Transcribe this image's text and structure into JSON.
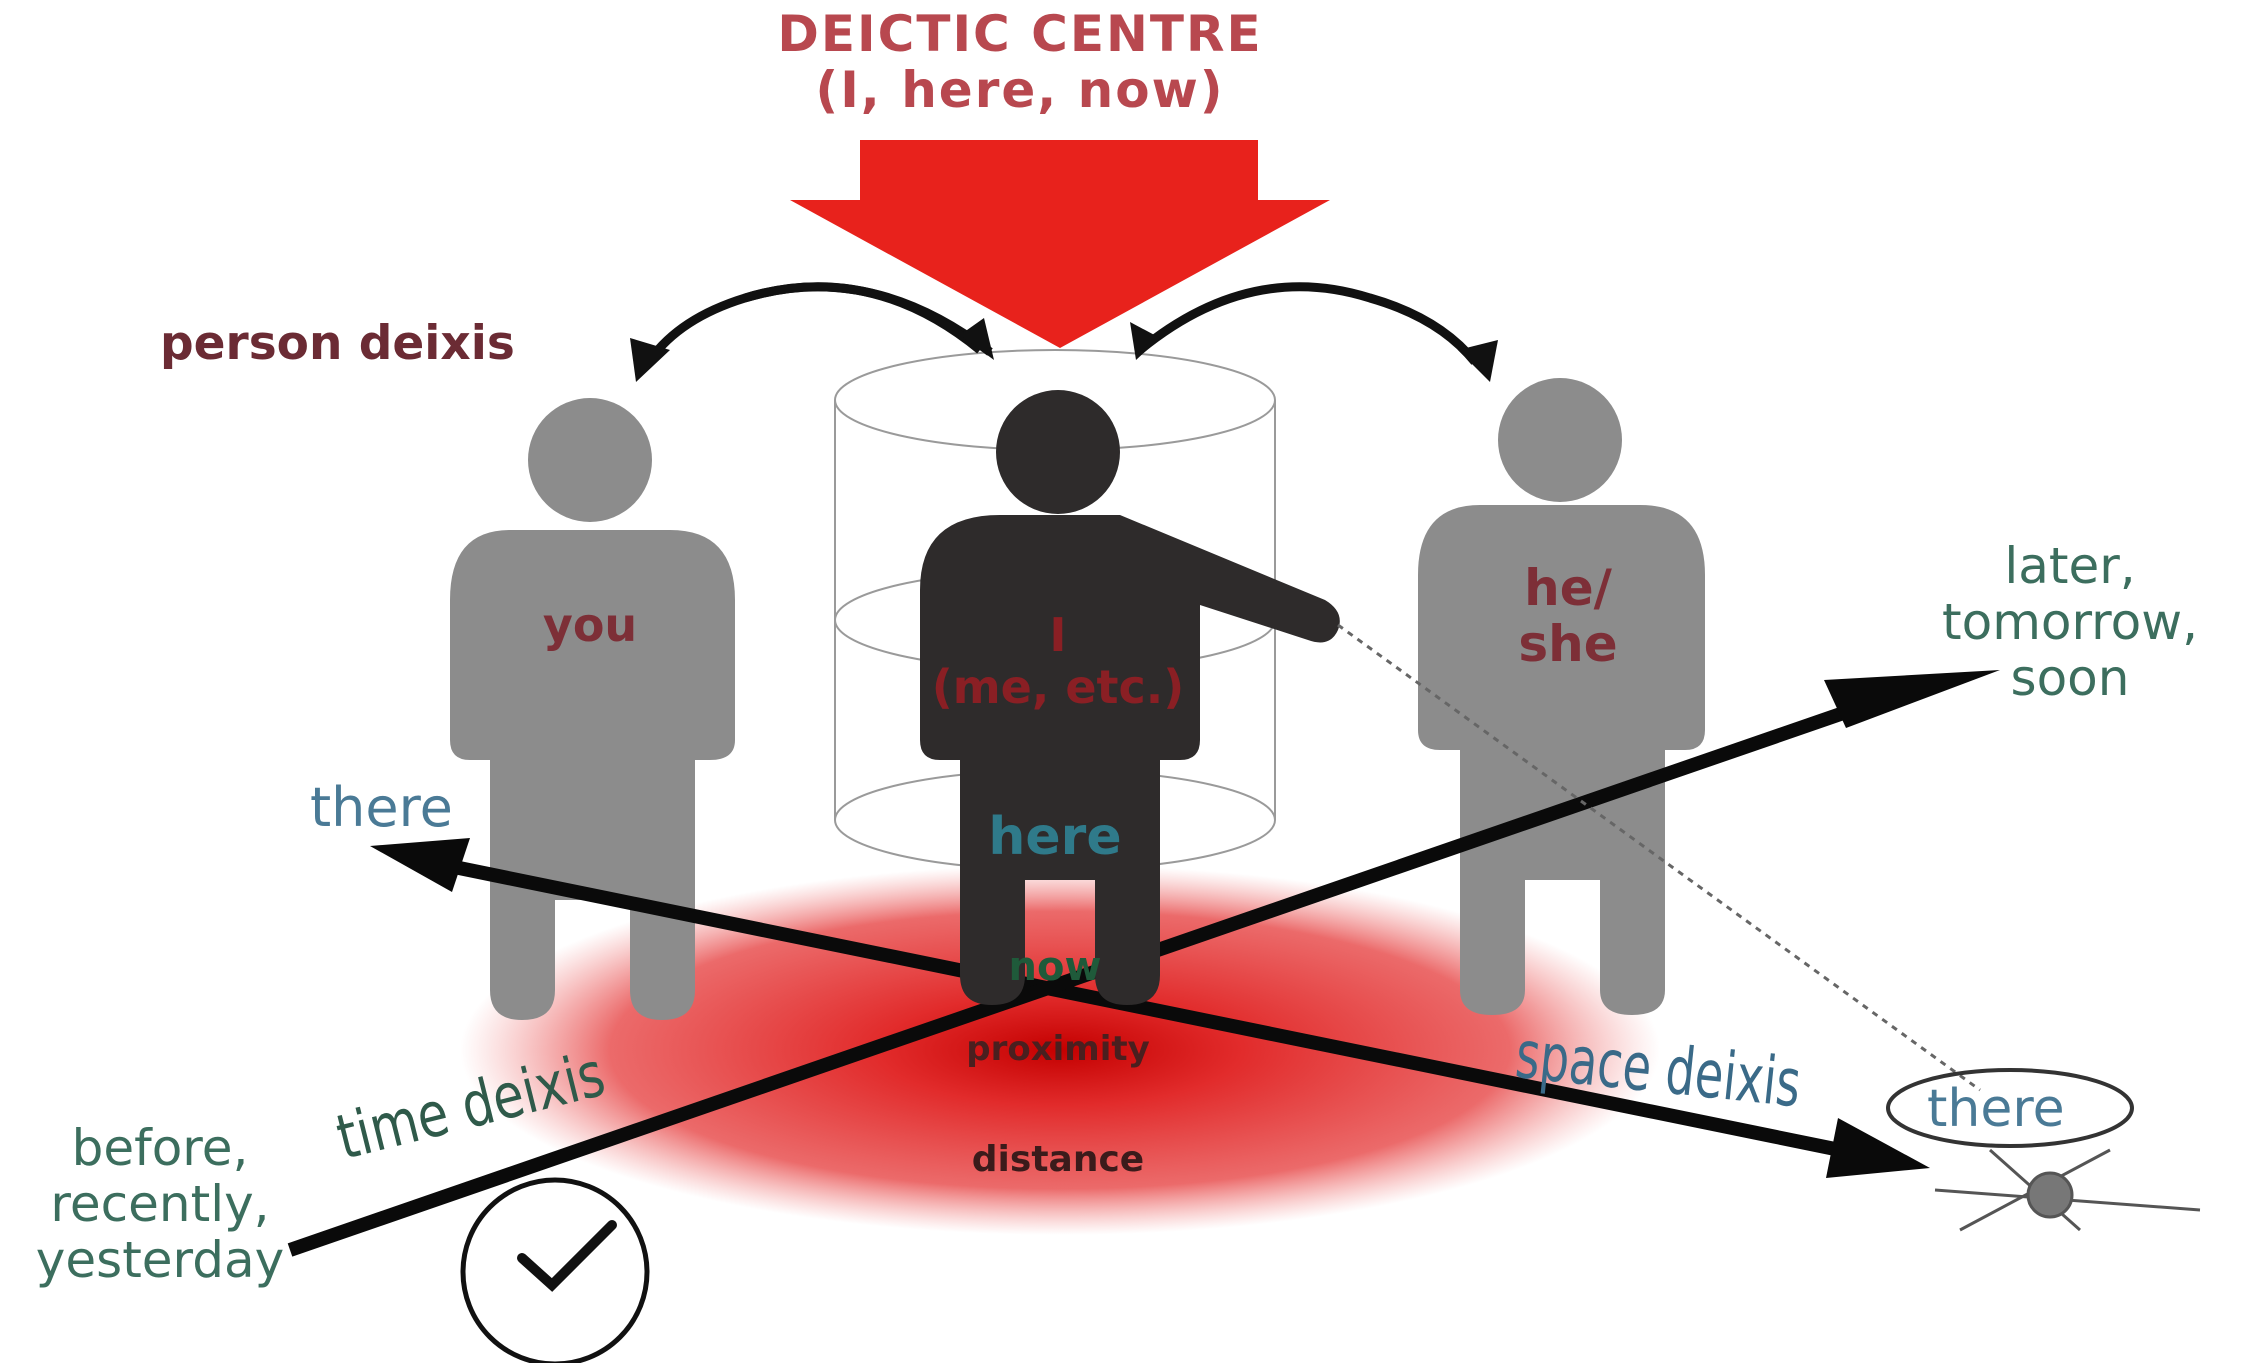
{
  "diagram": {
    "deictic_centre": {
      "title": "DEICTIC CENTRE",
      "subtitle": "(I, here, now)"
    },
    "person_deixis": "person deixis",
    "figures": {
      "left": "you",
      "centre_line1": "I",
      "centre_line2": "(me, etc.)",
      "right_line1": "he/",
      "right_line2": "she"
    },
    "centre_labels": {
      "here": "here",
      "now": "now",
      "proximity": "proximity",
      "distance": "distance"
    },
    "space": {
      "there_left": "there",
      "there_right": "there",
      "label": "space deixis"
    },
    "time": {
      "label": "time deixis",
      "future_line1": "later,",
      "future_line2": "tomorrow,",
      "future_line3": "soon",
      "past_line1": "before,",
      "past_line2": "recently,",
      "past_line3": "yesterday"
    },
    "colors": {
      "arrow_red": "#e8221c",
      "disc_red": "#e23a3a",
      "figure_grey": "#8c8c8c",
      "figure_dark": "#2e2b2b"
    },
    "icons": [
      "clock-icon",
      "compass-icon"
    ]
  }
}
